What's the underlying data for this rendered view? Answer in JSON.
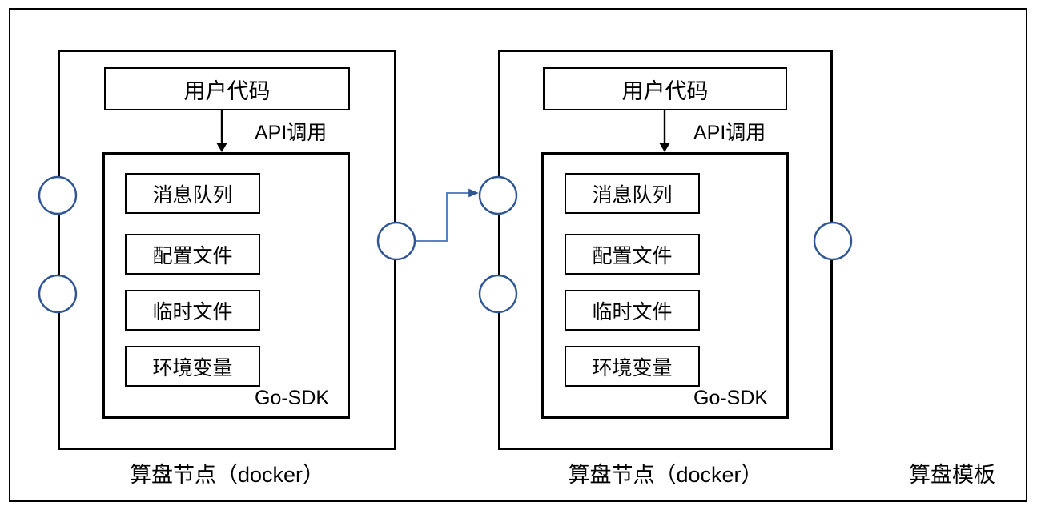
{
  "diagram": {
    "title": "算盘模板",
    "outer_label": "算盘模板",
    "nodes": [
      {
        "id": "node-1",
        "caption": "算盘节点（docker）",
        "user_code_label": "用户代码",
        "api_call_label": "API调用",
        "sdk_label": "Go-SDK",
        "sdk_items": [
          "消息队列",
          "配置文件",
          "临时文件",
          "环境变量"
        ],
        "left_ports": [
          "port-upper",
          "port-lower"
        ],
        "right_ports": []
      },
      {
        "id": "node-2",
        "caption": "算盘节点（docker）",
        "user_code_label": "用户代码",
        "api_call_label": "API调用",
        "sdk_label": "Go-SDK",
        "sdk_items": [
          "消息队列",
          "配置文件",
          "临时文件",
          "环境变量"
        ],
        "left_ports": [
          "port-upper",
          "port-lower"
        ],
        "right_ports": [
          "port-right"
        ]
      }
    ],
    "connector": {
      "from_port": "node-1-right-port",
      "to_port": "node-2-left-upper-port",
      "arrow": "right-arrow"
    },
    "colors": {
      "stroke": "#000000",
      "port_stroke": "#2e5596",
      "link_stroke": "#4472c4",
      "background": "#ffffff"
    }
  }
}
